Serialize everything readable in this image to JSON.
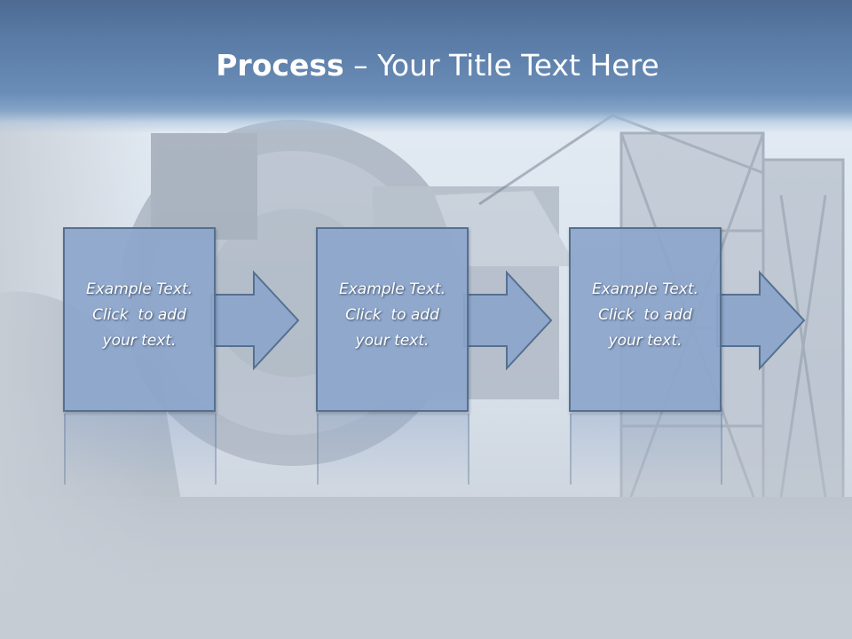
{
  "title": {
    "bold": "Process",
    "rest": " – Your Title Text Here"
  },
  "steps": [
    {
      "lines": [
        "Example Text.",
        "Click  to add",
        "your text."
      ]
    },
    {
      "lines": [
        "Example Text.",
        "Click  to add",
        "your text."
      ]
    },
    {
      "lines": [
        "Example Text.",
        "Click  to add",
        "your text."
      ]
    }
  ],
  "colors": {
    "title_bar": "#587aa5",
    "box_fill": "#8ca6cb",
    "box_border": "#56708f",
    "text": "#ffffff"
  }
}
